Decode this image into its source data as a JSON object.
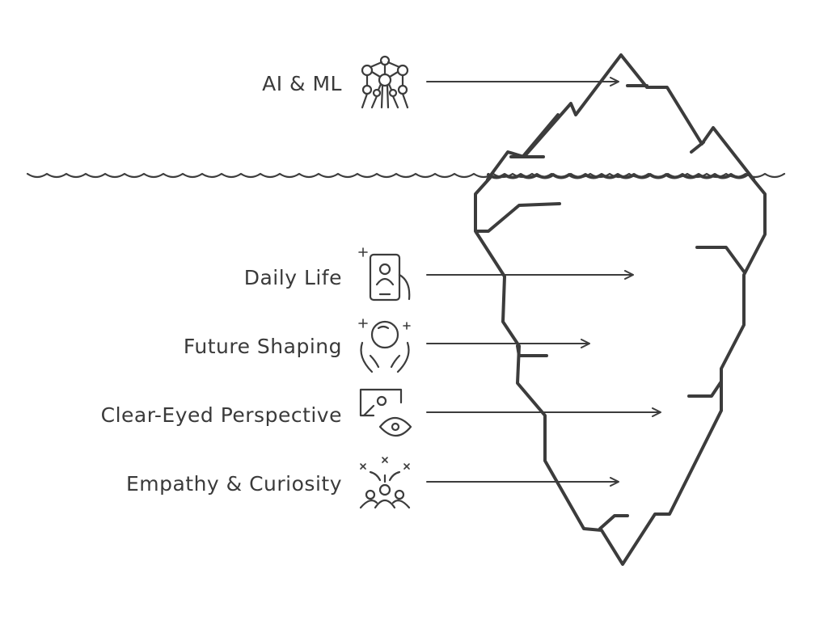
{
  "diagram": {
    "top_label": "AI & ML",
    "items": [
      {
        "label": "Daily Life",
        "icon": "phone-user-icon"
      },
      {
        "label": "Future Shaping",
        "icon": "hands-globe-icon"
      },
      {
        "label": "Clear-Eyed Perspective",
        "icon": "eye-image-icon"
      },
      {
        "label": "Empathy & Curiosity",
        "icon": "celebrating-people-icon"
      }
    ],
    "top_icon": "neural-network-icon"
  }
}
